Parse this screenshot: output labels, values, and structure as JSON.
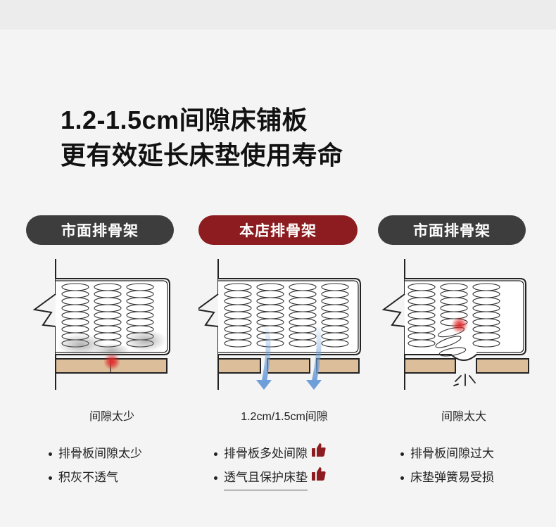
{
  "headline": {
    "line1": "1.2-1.5cm间隙床铺板",
    "line2": "更有效延长床垫使用寿命"
  },
  "panels": [
    {
      "pill": "市面排骨架",
      "caption": "间隙太少",
      "bullets": [
        "排骨板间隙太少",
        "积灰不透气"
      ]
    },
    {
      "pill": "本店排骨架",
      "caption": "1.2cm/1.5cm间隙",
      "bullets": [
        "排骨板多处间隙",
        "透气且保护床垫"
      ]
    },
    {
      "pill": "市面排骨架",
      "caption": "间隙太大",
      "bullets": [
        "排骨板间隙过大",
        "床垫弹簧易受损"
      ]
    }
  ],
  "colors": {
    "pill_dark": "#3d3d3d",
    "pill_accent": "#8c1c1f",
    "wood": "#dcbf9a",
    "arrow": "#6f9fd8",
    "hotspot": "#e02a2a"
  },
  "icons": [
    "thumbs-up-icon",
    "airflow-arrow-icon",
    "pressure-hotspot-icon",
    "crack-icon"
  ]
}
